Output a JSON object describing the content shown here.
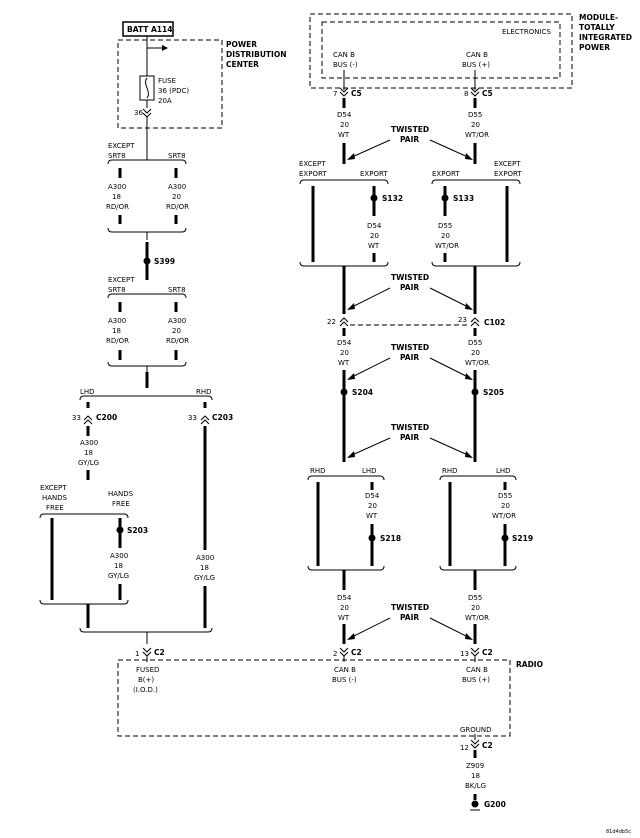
{
  "components": {
    "batt": "BATT A114",
    "pdc_line1": "POWER",
    "pdc_line2": "DISTRIBUTION",
    "pdc_line3": "CENTER",
    "fuse_line1": "FUSE",
    "fuse_line2": "36 (PDC)",
    "fuse_line3": "20A",
    "fuse_pin": "36",
    "tipm_line1": "MODULE-",
    "tipm_line2": "TOTALLY",
    "tipm_line3": "INTEGRATED",
    "tipm_line4": "POWER",
    "electronics": "ELECTRONICS",
    "radio": "RADIO"
  },
  "pins": {
    "canb_neg_1": "CAN B",
    "canb_neg_2": "BUS (-)",
    "canb_pos_1": "CAN B",
    "canb_pos_2": "BUS (+)",
    "radio_fused_1": "FUSED",
    "radio_fused_2": "B(+)",
    "radio_fused_3": "(I.O.D.)",
    "radio_can_neg_1": "CAN B",
    "radio_can_neg_2": "BUS (-)",
    "radio_can_pos_1": "CAN B",
    "radio_can_pos_2": "BUS (+)",
    "ground": "GROUND"
  },
  "connectors": {
    "c5": "C5",
    "c102": "C102",
    "c200": "C200",
    "c203": "C203",
    "c2": "C2",
    "pin7": "7",
    "pin8": "8",
    "pin22": "22",
    "pin23": "23",
    "pin33a": "33",
    "pin33b": "33",
    "pin1": "1",
    "pin2": "2",
    "pin13": "13",
    "pin12": "12"
  },
  "splices": {
    "s132": "S132",
    "s133": "S133",
    "s399": "S399",
    "s203": "S203",
    "s204": "S204",
    "s205": "S205",
    "s218": "S218",
    "s219": "S219",
    "g200": "G200"
  },
  "labels": {
    "except": "EXCEPT",
    "srt8": "SRT8",
    "export": "EXPORT",
    "lhd": "LHD",
    "rhd": "RHD",
    "hands": "HANDS",
    "free": "FREE",
    "twisted": "TWISTED",
    "pair": "PAIR"
  },
  "wires": {
    "a300": "A300",
    "g18": "18",
    "g20": "20",
    "rdor": "RD/OR",
    "gylg": "GY/LG",
    "d54": "D54",
    "d55": "D55",
    "wt": "WT",
    "wtor": "WT/OR",
    "z909": "Z909",
    "bklg": "BK/LG"
  },
  "figure_id": "81d4db5c"
}
